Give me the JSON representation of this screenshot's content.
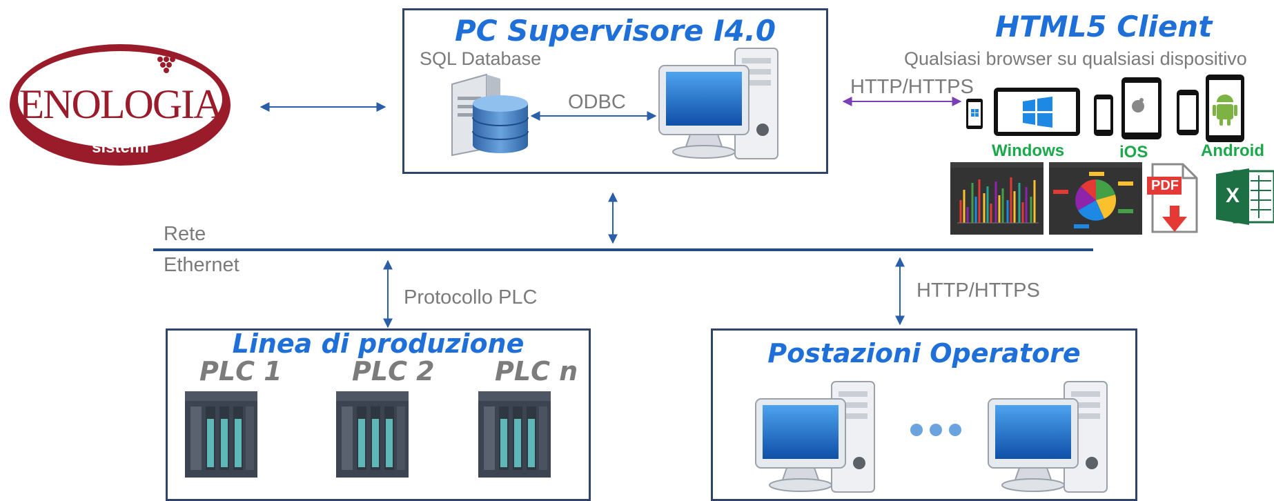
{
  "logo": {
    "brand": "ENOLOGIA",
    "sub": "sistemi"
  },
  "supervisor": {
    "title": "PC Supervisore I4.0",
    "sql_label": "SQL Database",
    "odbc_label": "ODBC"
  },
  "client": {
    "title": "HTML5 Client",
    "subtitle": "Qualsiasi browser su qualsiasi dispositivo",
    "http_label": "HTTP/HTTPS",
    "os_labels": {
      "windows": "Windows",
      "ios": "iOS",
      "android": "Android"
    },
    "pdf_label": "PDF",
    "excel_label": "X"
  },
  "network": {
    "line1": "Rete",
    "line2": "Ethernet"
  },
  "plc_link_label": "Protocollo PLC",
  "operator_link_label": "HTTP/HTTPS",
  "production": {
    "title": "Linea di produzione",
    "plcs": [
      "PLC 1",
      "PLC 2",
      "PLC n"
    ]
  },
  "operators": {
    "title": "Postazioni Operatore"
  },
  "colors": {
    "accent_blue": "#1f6fd8",
    "box_border": "#2f4468",
    "network_line": "#234b85",
    "logo_red": "#9a1b2a",
    "green": "#1aa84a",
    "purple": "#7a3fb5"
  }
}
